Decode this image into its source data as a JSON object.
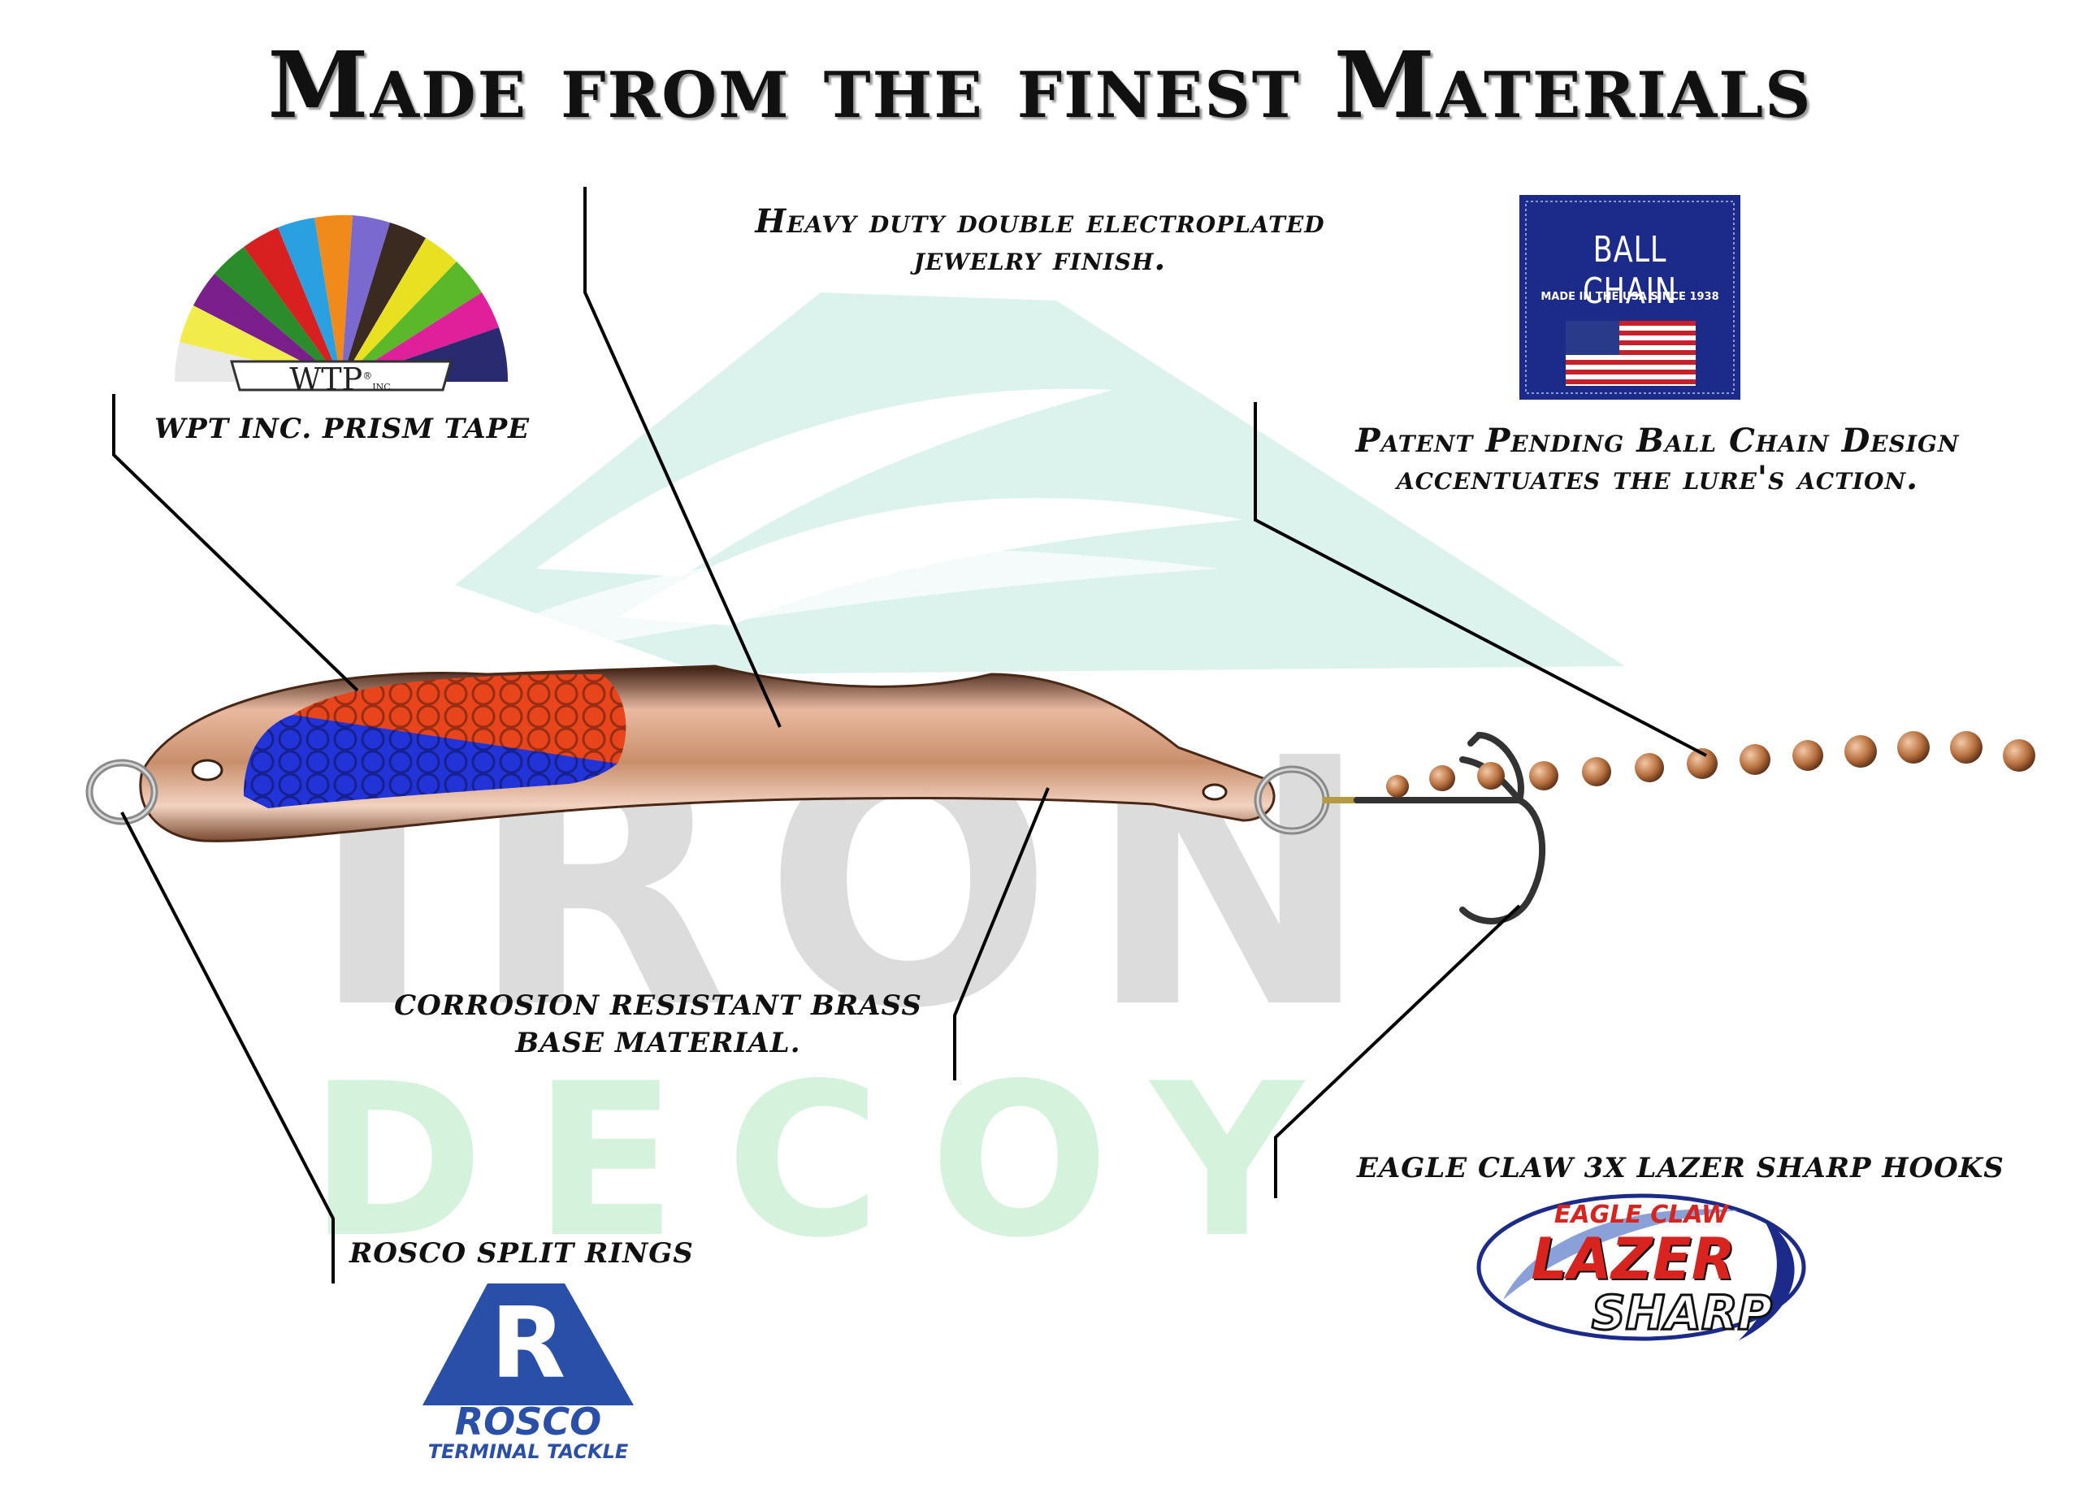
{
  "title": "Made from the finest Materials",
  "watermark": {
    "top": "IRON",
    "bottom": "DECOY"
  },
  "callouts": {
    "prism_tape": "WPT INC. PRISM TAPE",
    "finish_line1": "Heavy duty double electroplated",
    "finish_line2": "jewelry finish.",
    "ball_chain_line1": "Patent Pending Ball Chain Design",
    "ball_chain_line2": "accentuates the lure's action.",
    "brass_line1": "CORROSION RESISTANT BRASS",
    "brass_line2": "BASE MATERIAL.",
    "split_rings": "ROSCO SPLIT RINGS",
    "hooks": "EAGLE CLAW 3X LAZER SHARP HOOKS"
  },
  "logos": {
    "wtp": {
      "text": "WTP",
      "sup": "®",
      "inc": "INC."
    },
    "ball_chain": {
      "name": "BALL CHAIN",
      "tagline": "MADE IN THE USA SINCE 1938"
    },
    "rosco": {
      "letter": "R",
      "name": "ROSCO",
      "sub": "TERMINAL TACKLE"
    },
    "eagle_claw": {
      "top": "EAGLE CLAW",
      "mid": "LAZER",
      "bottom": "SHARP"
    }
  },
  "colors": {
    "watermark_gray": "#d9d9d9",
    "watermark_green": "#d4f2dc",
    "watermark_mint": "#d5f0ea",
    "copper": "#c98f6c",
    "prism_red": "#e8451c",
    "prism_blue": "#2233d8",
    "ball_chain_navy": "#1c2a8a",
    "rosco_blue": "#2a4fa8",
    "eagle_red": "#d9231e"
  }
}
